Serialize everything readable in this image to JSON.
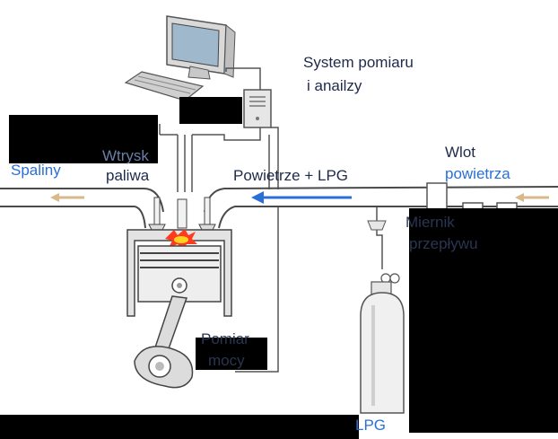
{
  "labels": {
    "system_line1": "System pomiaru",
    "system_line2": "i anailzy",
    "spaliny": "Spaliny",
    "wtrysk_line1": "Wtrysk",
    "wtrysk_line2": "paliwa",
    "powietrze_lpg": "Powietrze + LPG",
    "wlot_line1": "Wlot",
    "wlot_line2": "powietrza",
    "miernik_line1": "Miernik",
    "miernik_line2": "przepływu",
    "pomiar_line1": "Pomiar",
    "pomiar_line2": "mocy",
    "lpg": "LPG"
  },
  "colors": {
    "text": "#1f2a4a",
    "lpg_text": "#2b6fd6",
    "arrow_blue": "#2b6fd6",
    "arrow_tan": "#d8b98a",
    "flame": "#ff3b1f",
    "flame_core": "#ffd21f",
    "redaction": "#000000"
  },
  "icons": [
    "computer-monitor-icon",
    "keyboard-icon",
    "pc-tower-icon",
    "engine-piston-icon",
    "lpg-cylinder-icon",
    "flow-meter-icon"
  ]
}
